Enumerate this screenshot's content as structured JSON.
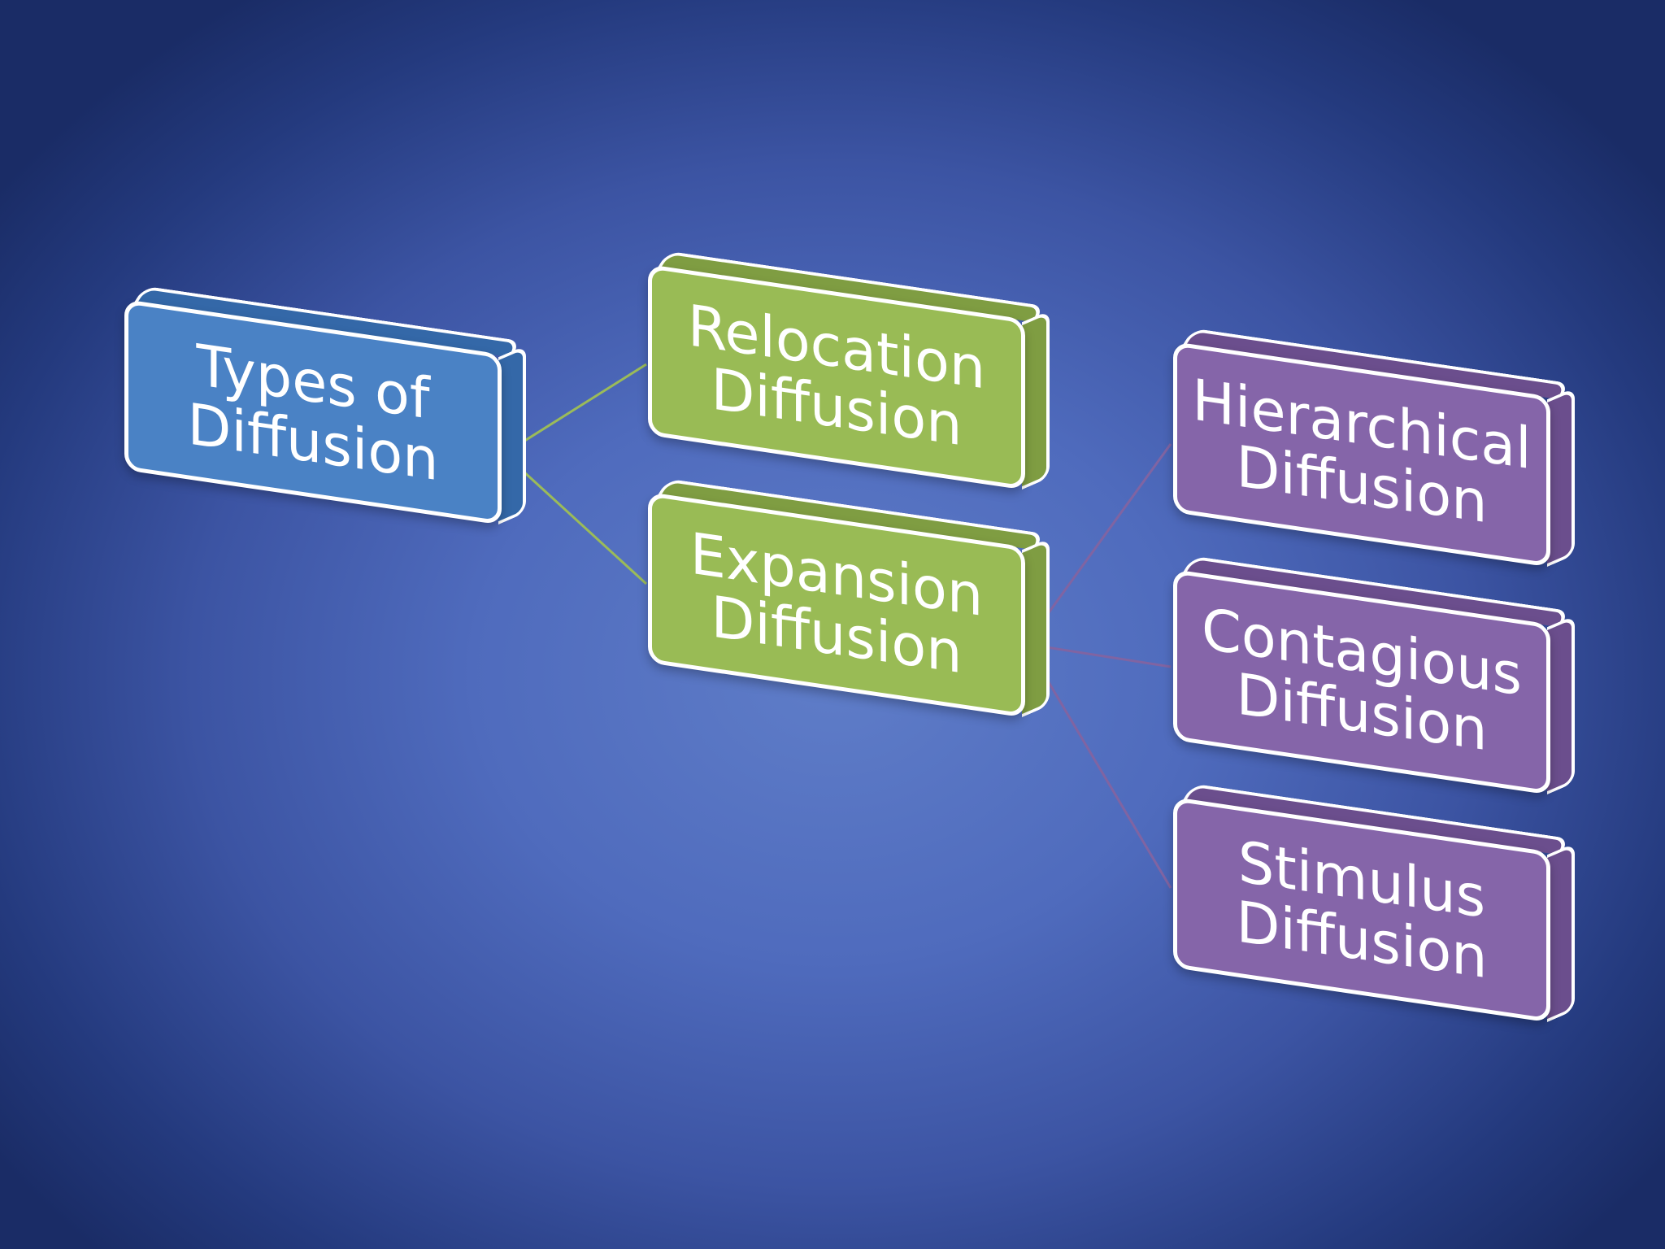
{
  "diagram": {
    "root": {
      "label": "Types of\nDiffusion",
      "face_color": "#4a82c5"
    },
    "level1": [
      {
        "label": "Relocation\nDiffusion",
        "face_color": "#99bb55"
      },
      {
        "label": "Expansion\nDiffusion",
        "face_color": "#99bb55"
      }
    ],
    "level2": [
      {
        "label": "Hierarchical\nDiffusion",
        "face_color": "#8565a9"
      },
      {
        "label": "Contagious\nDiffusion",
        "face_color": "#8565a9"
      },
      {
        "label": "Stimulus\nDiffusion",
        "face_color": "#8565a9"
      }
    ],
    "connector_colors": {
      "root_to_level1": "#9bbb59",
      "expansion_to_level2": "#8064a2"
    },
    "background_color": "#4f6bbd"
  }
}
